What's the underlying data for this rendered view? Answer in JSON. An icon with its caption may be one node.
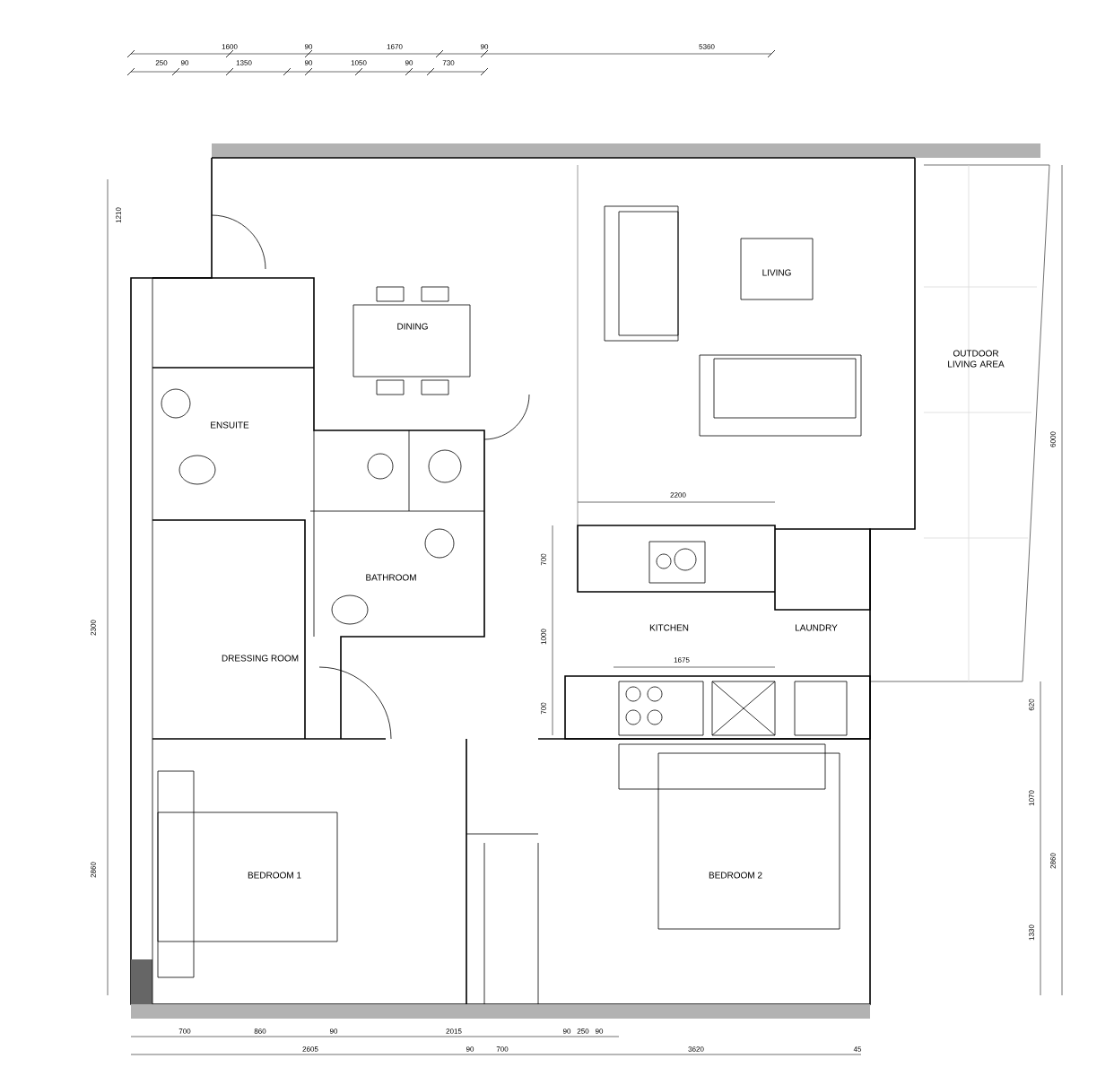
{
  "diagram": {
    "labels": [
      "LIVING",
      "DINING",
      "OUTDOOR LIVING AREA",
      "ENSUITE",
      "BATHROOM",
      "DRESSING ROOM",
      "KITCHEN",
      "LAUNDRY",
      "BEDROOM 1",
      "BEDROOM 2",
      "1600",
      "90",
      "1670",
      "90",
      "5360",
      "250",
      "90",
      "1350",
      "90",
      "1050",
      "90",
      "730",
      "700",
      "860",
      "90",
      "2015",
      "90",
      "250",
      "90",
      "2605",
      "90",
      "700",
      "3620",
      "45",
      "2200",
      "700",
      "1000",
      "700",
      "1675",
      "6000",
      "2860",
      "620",
      "1070",
      "1330",
      "1210",
      "2300",
      "2860"
    ]
  }
}
